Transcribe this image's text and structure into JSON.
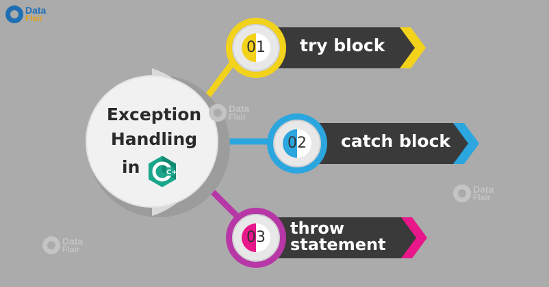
{
  "brand": {
    "name_line1": "Data",
    "name_line2": "Flair"
  },
  "hub": {
    "line1": "Exception",
    "line2": "Handling",
    "line3": "in",
    "logo_text": "C++"
  },
  "items": [
    {
      "number": "01",
      "label": "try block",
      "color": "#f2d21b"
    },
    {
      "number": "02",
      "label": "catch block",
      "color": "#2ba6df"
    },
    {
      "number": "03",
      "label": "throw statement",
      "label_line1": "throw",
      "label_line2": "statement",
      "color": "#b737a6",
      "arrow_color": "#e8178a"
    }
  ],
  "colors": {
    "background": "#ababab",
    "banner": "#3a3a3a",
    "hub": "#f1f1f1",
    "cpp_green": "#1aa68a"
  }
}
